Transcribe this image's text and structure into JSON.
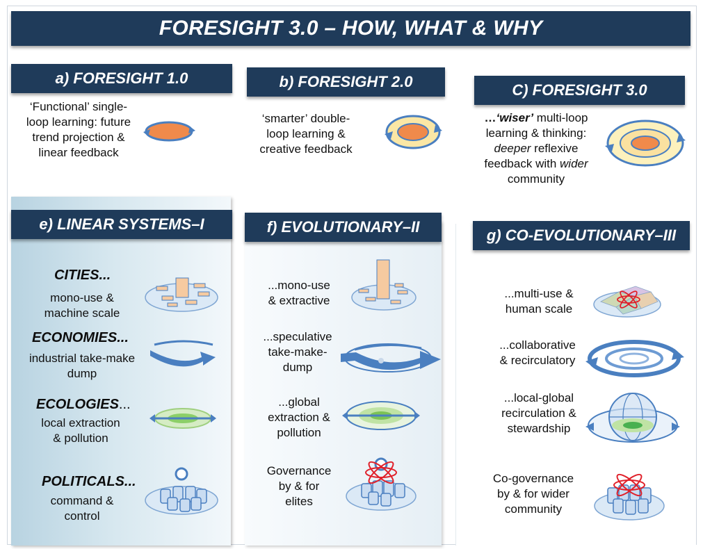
{
  "banner": "FORESIGHT 3.0 – HOW, WHAT & WHY",
  "section_a": {
    "title": "a) FORESIGHT 1.0",
    "lines": [
      "‘Functional’ single-",
      "loop learning: future",
      "trend projection &",
      "linear feedback"
    ]
  },
  "section_b": {
    "title": "b) FORESIGHT 2.0",
    "lines": [
      "‘smarter’ double-",
      "loop learning &",
      "creative feedback"
    ]
  },
  "section_c": {
    "title": "C) FORESIGHT 3.0",
    "line1_prefix": "…",
    "line1_emph": "‘wiser’",
    "line1_rest": " multi-loop",
    "line2": "learning & thinking:",
    "line3_emph": "deeper",
    "line3_rest": " reflexive",
    "line4_prefix": "feedback with ",
    "line4_emph": "wider",
    "line5": "community"
  },
  "section_e": {
    "title": "e) LINEAR SYSTEMS–I",
    "cities": {
      "heading": "CITIES...",
      "lines": [
        "mono-use &",
        "machine scale"
      ]
    },
    "economies": {
      "heading": "ECONOMIES...",
      "lines": [
        "industrial  take-make",
        "dump"
      ]
    },
    "ecologies": {
      "heading": "ECOLOGIES",
      "heading_tail": "...",
      "lines": [
        "local extraction",
        "& pollution"
      ]
    },
    "politicals": {
      "heading": "POLITICALS...",
      "lines": [
        "command &",
        "control"
      ]
    }
  },
  "section_f": {
    "title": "f) EVOLUTIONARY–II",
    "cities": [
      "...mono-use",
      "& extractive"
    ],
    "economies": [
      "...speculative",
      "take-make-",
      "dump"
    ],
    "ecologies": [
      "...global",
      "extraction &",
      "pollution"
    ],
    "politicals": [
      "Governance",
      "by & for",
      "elites"
    ]
  },
  "section_g": {
    "title": "g) CO-EVOLUTIONARY–III",
    "cities": [
      "...multi-use &",
      "human scale"
    ],
    "economies": [
      "...collaborative",
      "&  recirculatory"
    ],
    "ecologies": [
      "...local-global",
      "recirculation &",
      "stewardship"
    ],
    "politicals": [
      "Co-governance",
      "by & for wider",
      "community"
    ]
  },
  "icons": [
    "single-loop-icon",
    "double-loop-icon",
    "multi-loop-icon",
    "city-icon",
    "tower-city-icon",
    "mixed-city-icon",
    "linear-arrow-icon",
    "speculative-arrow-icon",
    "circular-arrows-icon",
    "ecology-disc-icon",
    "globe-icon",
    "command-people-icon",
    "elite-people-icon",
    "cogovernance-people-icon"
  ],
  "colors": {
    "header_bg": "#1f3b5a",
    "arrow_blue": "#4a7fc0",
    "orange": "#f08a4b",
    "peach": "#f6caa0"
  }
}
